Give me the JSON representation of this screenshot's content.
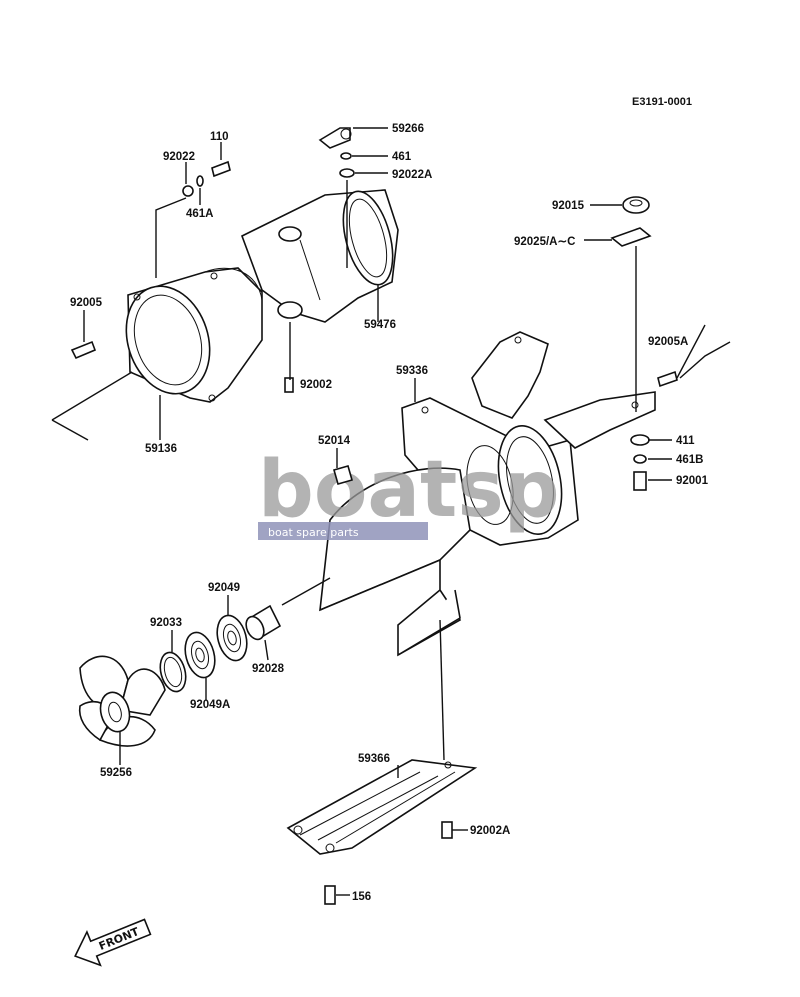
{
  "diagram": {
    "reference_code": "E3191-0001",
    "watermark": {
      "logo": "boatsp",
      "tagline": "boat spare parts"
    },
    "front_label": "FRONT",
    "parts": [
      {
        "id": "59266"
      },
      {
        "id": "461"
      },
      {
        "id": "92022A"
      },
      {
        "id": "110"
      },
      {
        "id": "92022"
      },
      {
        "id": "461A"
      },
      {
        "id": "92015"
      },
      {
        "id": "92025/A∼C"
      },
      {
        "id": "92005"
      },
      {
        "id": "59476"
      },
      {
        "id": "92005A"
      },
      {
        "id": "92002"
      },
      {
        "id": "59336"
      },
      {
        "id": "59136"
      },
      {
        "id": "411"
      },
      {
        "id": "52014"
      },
      {
        "id": "461B"
      },
      {
        "id": "92001"
      },
      {
        "id": "92049"
      },
      {
        "id": "92033"
      },
      {
        "id": "92028"
      },
      {
        "id": "92049A"
      },
      {
        "id": "59256"
      },
      {
        "id": "59366"
      },
      {
        "id": "92002A"
      },
      {
        "id": "156"
      }
    ]
  }
}
